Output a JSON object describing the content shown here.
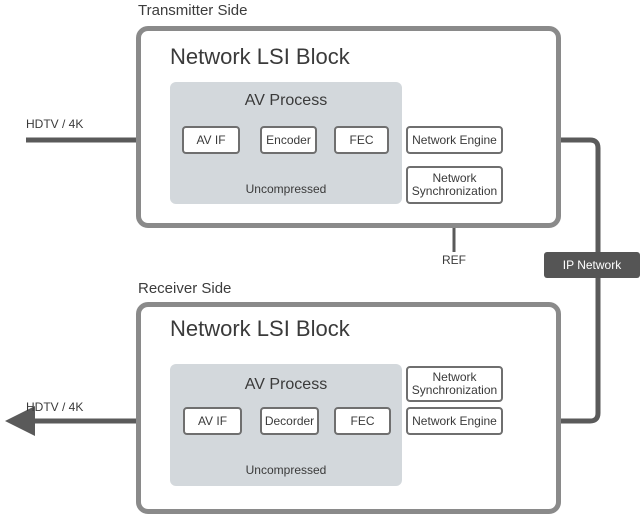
{
  "transmitter": {
    "side_label": "Transmitter Side",
    "block_title": "Network LSI Block",
    "av_process": "AV Process",
    "input_label": "HDTV / 4K",
    "nodes": {
      "av_if": "AV IF",
      "codec": "Encoder",
      "fec": "FEC",
      "engine": "Network Engine",
      "sync_line1": "Network",
      "sync_line2": "Synchronization"
    },
    "uncompressed": "Uncompressed",
    "ref_label": "REF"
  },
  "network": {
    "label": "IP Network"
  },
  "receiver": {
    "side_label": "Receiver Side",
    "block_title": "Network LSI Block",
    "av_process": "AV Process",
    "output_label": "HDTV / 4K",
    "nodes": {
      "av_if": "AV IF",
      "codec": "Decorder",
      "fec": "FEC",
      "engine": "Network Engine",
      "sync_line1": "Network",
      "sync_line2": "Synchronization"
    },
    "uncompressed": "Uncompressed"
  },
  "colors": {
    "line": "#5a5a5a",
    "outer_border": "#8a8a8a",
    "av_fill": "#d3d8dc",
    "badge": "#555555"
  }
}
